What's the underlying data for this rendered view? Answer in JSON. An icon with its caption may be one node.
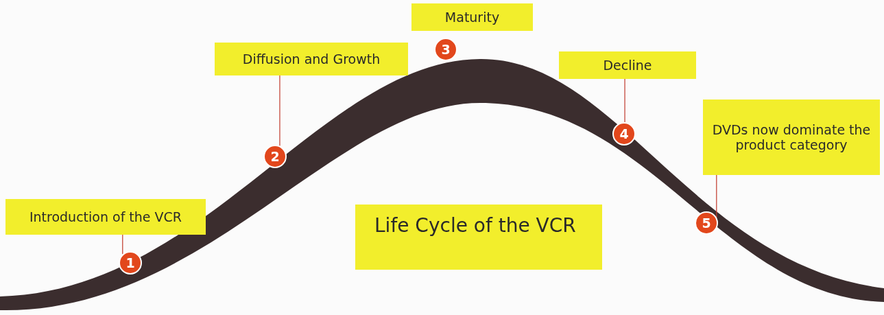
{
  "diagram": {
    "title": "Life Cycle of the VCR",
    "nodes": [
      {
        "text": [
          "Introduction of the VCR"
        ]
      },
      {
        "text": [
          "1"
        ]
      },
      {
        "text": [
          "Diffusion and Growth"
        ]
      },
      {
        "text": [
          "2"
        ]
      },
      {
        "text": [
          "Maturity"
        ]
      },
      {
        "text": [
          "3"
        ]
      },
      {
        "text": [
          "Decline"
        ]
      },
      {
        "text": [
          "4"
        ]
      },
      {
        "text": [
          "DVDs now dominate the product category"
        ]
      },
      {
        "text": [
          "5"
        ]
      }
    ],
    "edges": [
      {
        "from": 0,
        "to": 1,
        "arrow": "none"
      },
      {
        "from": 2,
        "to": 3,
        "arrow": "none"
      },
      {
        "from": 6,
        "to": 7,
        "arrow": "none"
      },
      {
        "from": 8,
        "to": 9,
        "arrow": "none"
      }
    ]
  }
}
